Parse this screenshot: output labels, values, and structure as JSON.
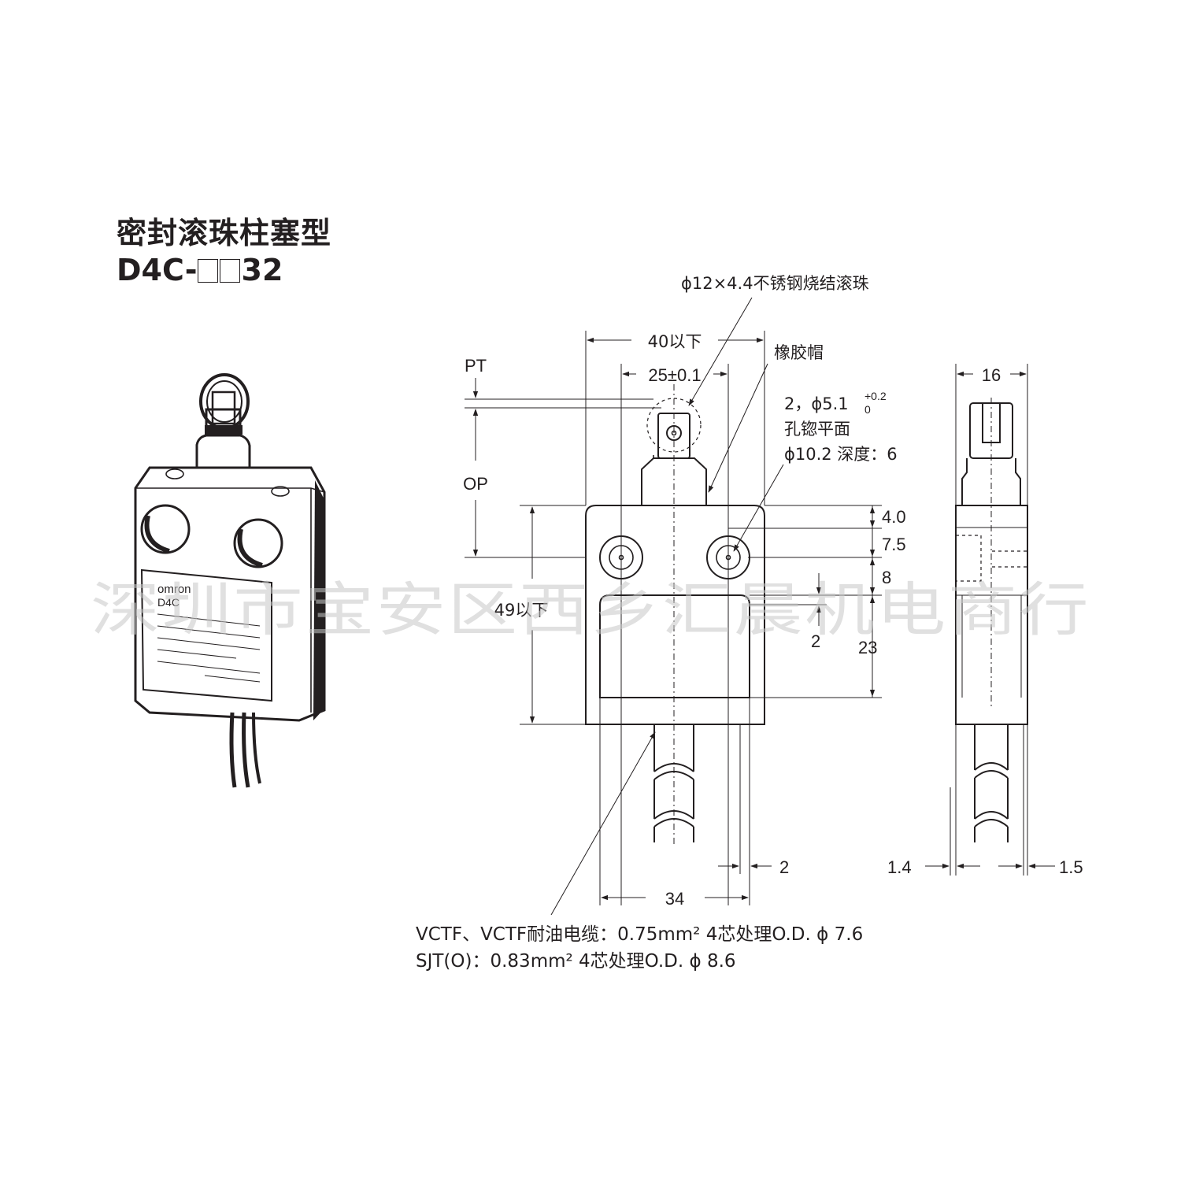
{
  "title": {
    "name_cn": "密封滚珠柱塞型",
    "model_prefix": "D4C-",
    "model_suffix": "32"
  },
  "product_label": {
    "brand": "omron",
    "model": "D4C"
  },
  "callouts": {
    "roller": "ϕ12×4.4不锈钢烧结滚珠",
    "rubber_cap": "橡胶帽",
    "hole_line1": "2，ϕ5.1",
    "hole_tol_upper": "+0.2",
    "hole_tol_lower": "0",
    "hole_line2": "孔锪平面",
    "hole_line3": "ϕ10.2 深度：6",
    "cable_line1": "VCTF、VCTF耐油电缆：0.75mm² 4芯处理O.D. ϕ 7.6",
    "cable_line2": "SJT(O)：0.83mm² 4芯处理O.D. ϕ 8.6"
  },
  "dimensions": {
    "width_max": "40以下",
    "hole_pitch": "25±0.1",
    "pt": "PT",
    "op": "OP",
    "height_max": "49以下",
    "d_4_0": "4.0",
    "d_7_5": "7.5",
    "d_8": "8",
    "d_2_window": "2",
    "d_23": "23",
    "d_2_bottom": "2",
    "d_34": "34",
    "side_16": "16",
    "side_1_4": "1.4",
    "side_1_5": "1.5"
  },
  "watermark": "深圳市宝安区西乡汇晨机电商行"
}
